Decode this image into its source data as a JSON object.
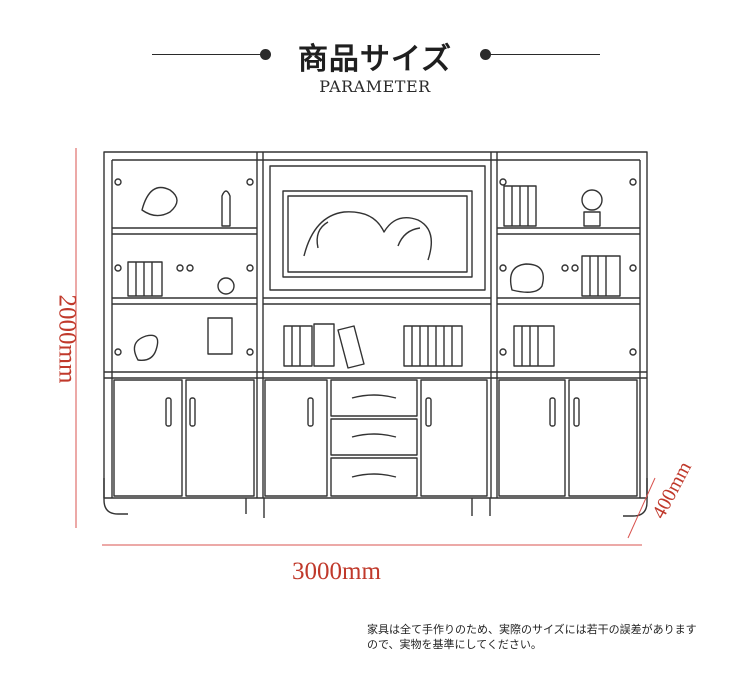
{
  "header": {
    "title": "商品サイズ",
    "subtitle": "PARAMETER"
  },
  "dimensions": {
    "height": "2000mm",
    "width": "3000mm",
    "depth": "400mm"
  },
  "note": "家具は全て手作りのため、実際のサイズには若干の誤差がありますので、実物を基準にしてください。",
  "colors": {
    "dimension_line": "#d9534f",
    "dimension_text": "#c0392b",
    "sketch": "#333333"
  }
}
